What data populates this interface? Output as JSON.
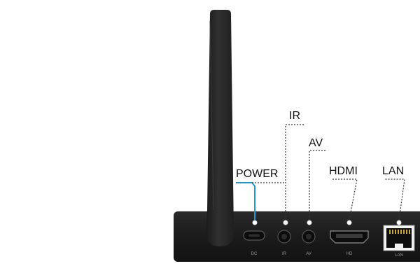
{
  "callouts": {
    "power": "POWER",
    "ir": "IR",
    "av": "AV",
    "hdmi": "HDMI",
    "lan": "LAN"
  },
  "port_labels": {
    "dc": "DC",
    "ir": "IR",
    "av": "AV",
    "hd": "HD",
    "lan": "LAN"
  },
  "colors": {
    "accent_line": "#1a9ad6",
    "device_body": "#1c1c1c",
    "antenna": "#2a2a2a",
    "leader_line": "#333333"
  }
}
